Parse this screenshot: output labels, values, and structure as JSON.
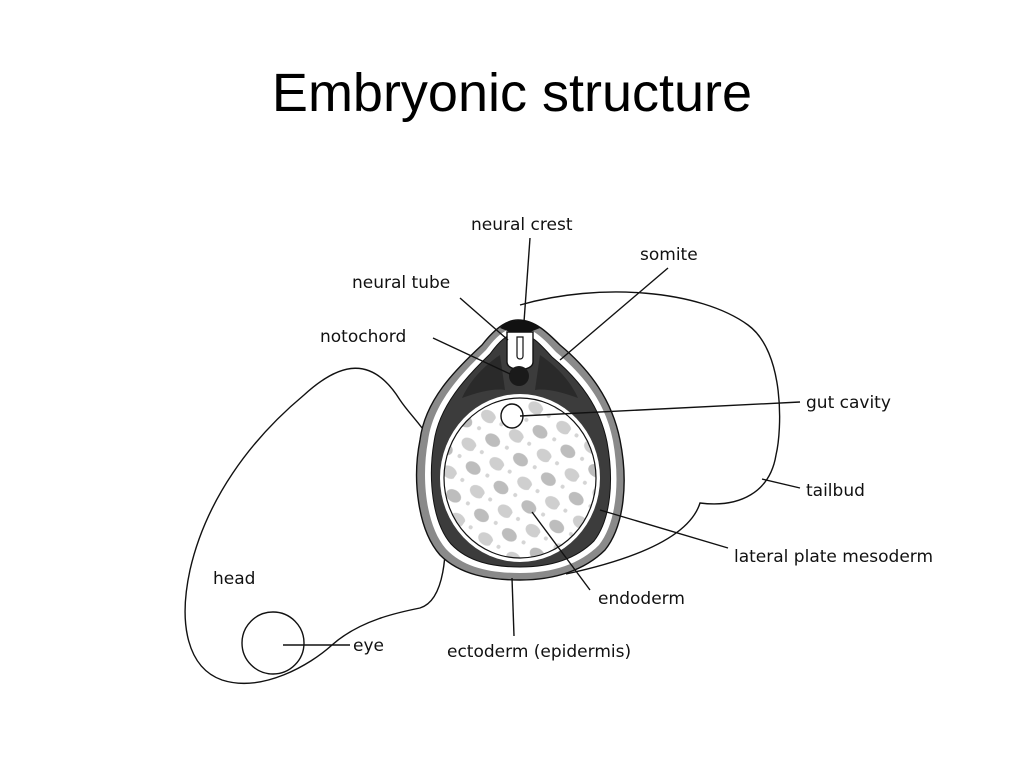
{
  "title": "Embryonic structure",
  "labels": {
    "neural_crest": "neural crest",
    "somite": "somite",
    "neural_tube": "neural tube",
    "notochord": "notochord",
    "gut_cavity": "gut cavity",
    "tailbud": "tailbud",
    "lateral_plate_mesoderm": "lateral plate mesoderm",
    "head": "head",
    "endoderm": "endoderm",
    "eye": "eye",
    "ectoderm": "ectoderm (epidermis)"
  }
}
